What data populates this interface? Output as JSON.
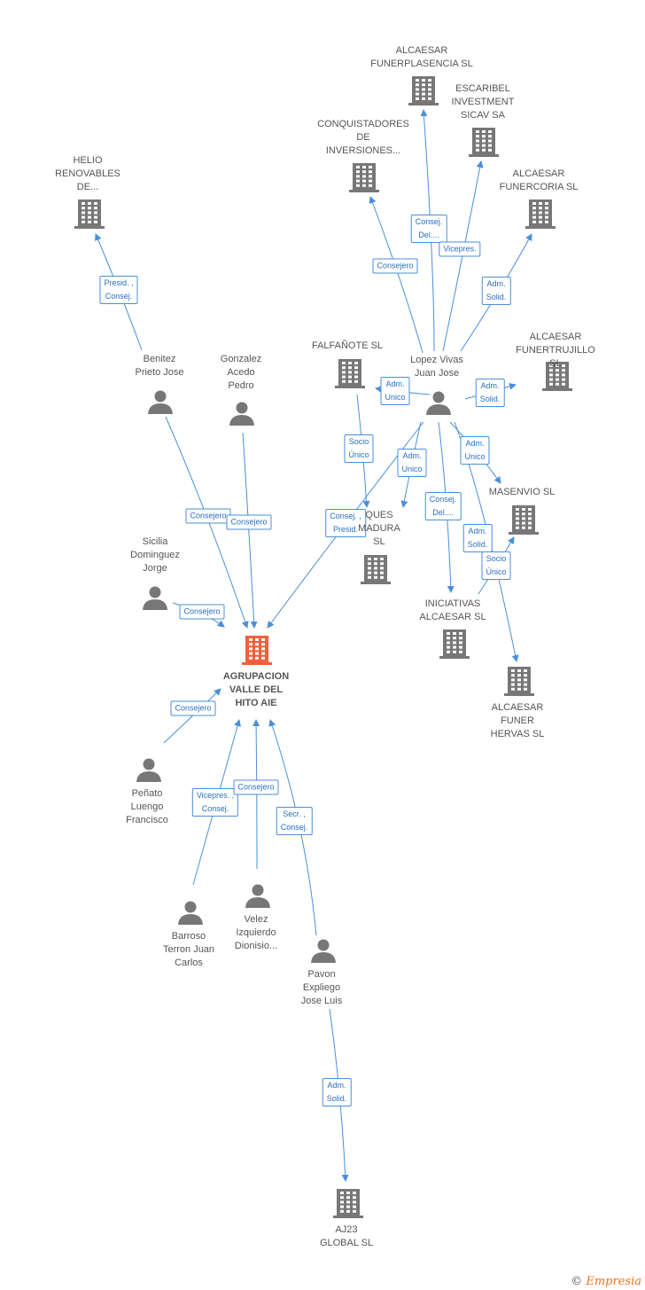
{
  "colors": {
    "edge": "#4a8fd9",
    "edge_text": "#2a6fc0",
    "node_gray": "#777777",
    "node_main": "#f0603a"
  },
  "nodes": [
    {
      "id": "alcaesar-funerplasencia",
      "type": "company",
      "label": "ALCAESAR\nFUNERPLASENCIA SL"
    },
    {
      "id": "escaribel",
      "type": "company",
      "label": "ESCARIBEL\nINVESTMENT\nSICAV SA"
    },
    {
      "id": "conquistadores",
      "type": "company",
      "label": "CONQUISTADORES\nDE\nINVERSIONES..."
    },
    {
      "id": "alcaesar-funercoria",
      "type": "company",
      "label": "ALCAESAR\nFUNERCORIA SL"
    },
    {
      "id": "helio",
      "type": "company",
      "label": "HELIO\nRENOVABLES\nDE..."
    },
    {
      "id": "falfanote",
      "type": "company",
      "label": "FALFAÑOTE SL"
    },
    {
      "id": "alcaesar-funertrujillo",
      "type": "company",
      "label": "ALCAESAR\nFUNERTRUJILLO SL"
    },
    {
      "id": "masenvio",
      "type": "company",
      "label": "MASENVIO  SL"
    },
    {
      "id": "parques-extremadura",
      "type": "company",
      "label": "QUES\nMADURA\nSL"
    },
    {
      "id": "iniciativas-alcaesar",
      "type": "company",
      "label": "INICIATIVAS\nALCAESAR SL"
    },
    {
      "id": "alcaesar-funer-hervas",
      "type": "company",
      "label": "ALCAESAR\nFUNER\nHERVAS SL"
    },
    {
      "id": "agrupacion",
      "type": "main",
      "label": "AGRUPACION\nVALLE DEL\nHITO AIE"
    },
    {
      "id": "aj23",
      "type": "company",
      "label": "AJ23\nGLOBAL  SL"
    },
    {
      "id": "benitez",
      "type": "person",
      "label": "Benitez\nPrieto Jose"
    },
    {
      "id": "gonzalez",
      "type": "person",
      "label": "Gonzalez\nAcedo\nPedro"
    },
    {
      "id": "lopez",
      "type": "person",
      "label": "Lopez Vivas\nJuan Jose"
    },
    {
      "id": "sicilia",
      "type": "person",
      "label": "Sicilia\nDominguez\nJorge"
    },
    {
      "id": "penato",
      "type": "person",
      "label": "Peñato\nLuengo\nFrancisco"
    },
    {
      "id": "barroso",
      "type": "person",
      "label": "Barroso\nTerron Juan\nCarlos"
    },
    {
      "id": "velez",
      "type": "person",
      "label": "Velez\nIzquierdo\nDionisio..."
    },
    {
      "id": "pavon",
      "type": "person",
      "label": "Pavon\nExpliego\nJose Luis"
    }
  ],
  "edges": [
    {
      "from": "benitez",
      "to": "helio",
      "label": "Presid. ,\nConsej."
    },
    {
      "from": "lopez",
      "to": "conquistadores",
      "label": "Consejero"
    },
    {
      "from": "lopez",
      "to": "alcaesar-funerplasencia",
      "label": "Consej.\nDel...."
    },
    {
      "from": "lopez",
      "to": "escaribel",
      "label": "Vicepres."
    },
    {
      "from": "lopez",
      "to": "alcaesar-funercoria",
      "label": "Adm.\nSolid."
    },
    {
      "from": "lopez",
      "to": "alcaesar-funertrujillo",
      "label": "Adm.\nSolid."
    },
    {
      "from": "lopez",
      "to": "falfanote",
      "label": "Adm.\nUnico"
    },
    {
      "from": "falfanote",
      "to": "parques-extremadura",
      "label": "Socio\nÚnico"
    },
    {
      "from": "lopez",
      "to": "parques-extremadura",
      "label": "Adm.\nUnico"
    },
    {
      "from": "lopez",
      "to": "masenvio",
      "label": "Adm.\nUnico"
    },
    {
      "from": "lopez",
      "to": "iniciativas-alcaesar",
      "label": "Consej.\nDel...."
    },
    {
      "from": "lopez",
      "to": "alcaesar-funer-hervas",
      "label": "Adm.\nSolid."
    },
    {
      "from": "iniciativas-alcaesar",
      "to": "masenvio",
      "label": "Socio\nÚnico"
    },
    {
      "from": "lopez",
      "to": "agrupacion",
      "label": "Consej. ,\nPresid."
    },
    {
      "from": "benitez",
      "to": "agrupacion",
      "label": "Consejero"
    },
    {
      "from": "gonzalez",
      "to": "agrupacion",
      "label": "Consejero"
    },
    {
      "from": "sicilia",
      "to": "agrupacion",
      "label": "Consejero"
    },
    {
      "from": "penato",
      "to": "agrupacion",
      "label": "Consejero"
    },
    {
      "from": "barroso",
      "to": "agrupacion",
      "label": "Vicepres. ,\nConsej."
    },
    {
      "from": "velez",
      "to": "agrupacion",
      "label": "Consejero"
    },
    {
      "from": "pavon",
      "to": "agrupacion",
      "label": "Secr. ,\nConsej."
    },
    {
      "from": "pavon",
      "to": "aj23",
      "label": "Adm.\nSolid."
    }
  ],
  "footer": {
    "copyright": "©",
    "brand_first": "E",
    "brand_rest": "mpresia"
  }
}
